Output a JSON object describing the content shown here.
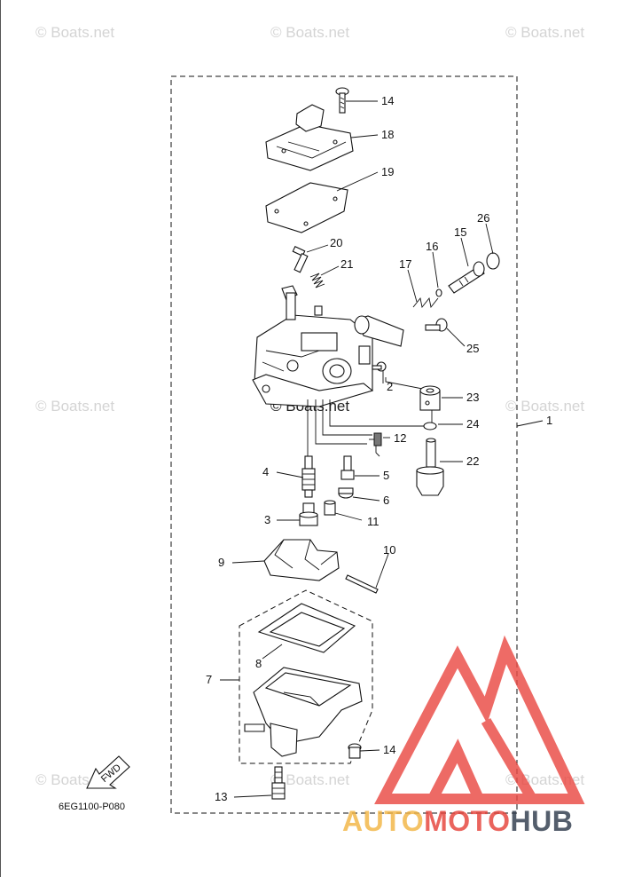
{
  "watermark_text": "© Boats.net",
  "diagram_code": "6EG1100-P080",
  "fwd_label": "FWD",
  "brand": {
    "part1": "AUTO",
    "part2": "MOTO",
    "part3": "HUB",
    "color_part1": "#f2b544",
    "color_part2": "#e6433a",
    "color_part3": "#2f3b4c",
    "logo_color": "#ea4a44"
  },
  "callouts": [
    {
      "id": "14a",
      "label": "14"
    },
    {
      "id": "18",
      "label": "18"
    },
    {
      "id": "19",
      "label": "19"
    },
    {
      "id": "26",
      "label": "26"
    },
    {
      "id": "15",
      "label": "15"
    },
    {
      "id": "16",
      "label": "16"
    },
    {
      "id": "20",
      "label": "20"
    },
    {
      "id": "17",
      "label": "17"
    },
    {
      "id": "21",
      "label": "21"
    },
    {
      "id": "25",
      "label": "25"
    },
    {
      "id": "2",
      "label": "2"
    },
    {
      "id": "23",
      "label": "23"
    },
    {
      "id": "1",
      "label": "1"
    },
    {
      "id": "24",
      "label": "24"
    },
    {
      "id": "12",
      "label": "12"
    },
    {
      "id": "22",
      "label": "22"
    },
    {
      "id": "4",
      "label": "4"
    },
    {
      "id": "5",
      "label": "5"
    },
    {
      "id": "6",
      "label": "6"
    },
    {
      "id": "3",
      "label": "3"
    },
    {
      "id": "11",
      "label": "11"
    },
    {
      "id": "9",
      "label": "9"
    },
    {
      "id": "10",
      "label": "10"
    },
    {
      "id": "8",
      "label": "8"
    },
    {
      "id": "7",
      "label": "7"
    },
    {
      "id": "14b",
      "label": "14"
    },
    {
      "id": "13",
      "label": "13"
    }
  ]
}
